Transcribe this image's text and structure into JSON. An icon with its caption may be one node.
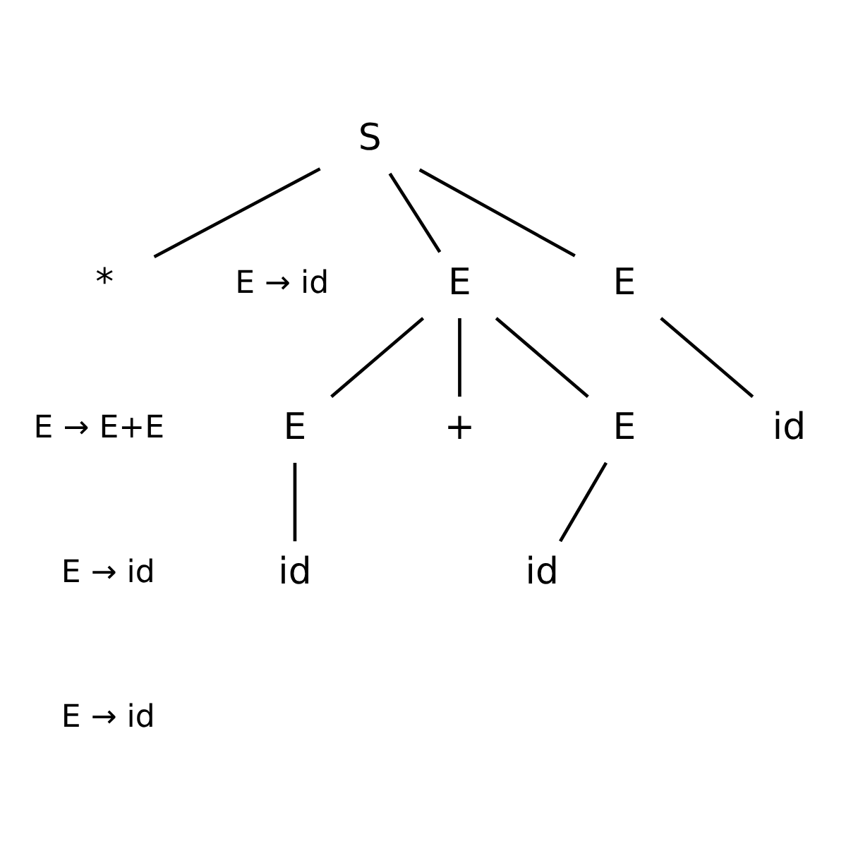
{
  "diagram": {
    "nodes": [
      {
        "text": [
          "S"
        ]
      },
      {
        "text": [
          "E"
        ]
      },
      {
        "text": [
          "*"
        ]
      },
      {
        "text": [
          "E"
        ]
      },
      {
        "text": [
          "id"
        ]
      },
      {
        "text": [
          "E"
        ]
      },
      {
        "text": [
          "+"
        ]
      },
      {
        "text": [
          "E"
        ]
      },
      {
        "text": [
          "id"
        ]
      },
      {
        "text": [
          "id"
        ]
      }
    ],
    "edges": [
      {
        "from": 0,
        "to": 1,
        "arrow": "none"
      },
      {
        "from": 0,
        "to": 2,
        "arrow": "none"
      },
      {
        "from": 0,
        "to": 3,
        "arrow": "none"
      },
      {
        "from": 1,
        "to": 4,
        "arrow": "none"
      },
      {
        "from": 3,
        "to": 5,
        "arrow": "none"
      },
      {
        "from": 3,
        "to": 6,
        "arrow": "none"
      },
      {
        "from": 3,
        "to": 7,
        "arrow": "none"
      },
      {
        "from": 5,
        "to": 8,
        "arrow": "none"
      },
      {
        "from": 7,
        "to": 9,
        "arrow": "none"
      }
    ],
    "labels": [
      "E → id",
      "E → E+E",
      "E → id",
      "E → id"
    ]
  }
}
